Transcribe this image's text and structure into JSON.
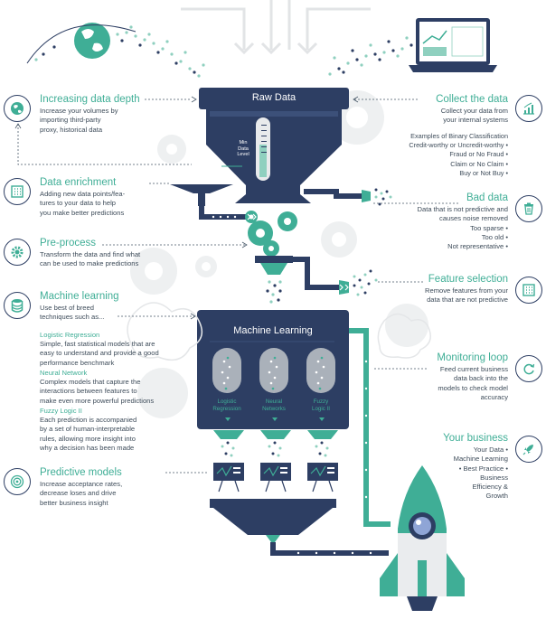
{
  "funnel": {
    "raw_data": "Raw Data",
    "gauge_label": "Min\nData\nLevel",
    "gauge_lines": [
      "Min",
      "Data",
      "Level"
    ],
    "machine_learning": "Machine Learning",
    "models": [
      {
        "lines": [
          "Logistic",
          "Regression"
        ]
      },
      {
        "lines": [
          "Neural",
          "Networks"
        ]
      },
      {
        "lines": [
          "Fuzzy",
          "Logic II"
        ]
      }
    ]
  },
  "left": {
    "increasing": {
      "title": "Increasing data depth",
      "lines": [
        "Increase your volumes by",
        "importing third-party",
        "proxy, historical data"
      ],
      "icon": "globe-icon"
    },
    "enrichment": {
      "title": "Data enrichment",
      "lines": [
        "Adding new data points/fea-",
        "tures to your data to help",
        "you make better predictions"
      ],
      "icon": "grid-icon"
    },
    "preprocess": {
      "title": "Pre-process",
      "lines": [
        "Transform the data and find what",
        "can be used to make predictions"
      ],
      "icon": "gear-icon"
    },
    "ml": {
      "title": "Machine learning",
      "lines": [
        "Use best of breed",
        "techniques such as..."
      ],
      "icon": "database-icon"
    },
    "techniques": [
      {
        "name": "Logistic Regression",
        "lines": [
          "Simple, fast statistical models that are",
          "easy to understand and provide a good",
          "performance benchmark"
        ]
      },
      {
        "name": "Neural Network",
        "lines": [
          "Complex models that capture the",
          "interactions between features to",
          "make even more powerful predictions"
        ]
      },
      {
        "name": "Fuzzy Logic II",
        "lines": [
          "Each prediction is accompanied",
          "by a set of human-interpretable",
          "rules, allowing more insight into",
          "why a decision has been made"
        ]
      }
    ],
    "predictive": {
      "title": "Predictive models",
      "lines": [
        "Increase acceptance rates,",
        "decrease loses and drive",
        "better business insight"
      ],
      "icon": "target-icon"
    }
  },
  "right": {
    "collect": {
      "title": "Collect the data",
      "lines": [
        "Collect your data from",
        "your internal systems"
      ],
      "icon": "chart-icon"
    },
    "examples": [
      "Examples of Binary Classification",
      "Credit-worthy or Uncredit-worthy •",
      "Fraud or No Fraud •",
      "Claim or No Claim •",
      "Buy or Not Buy •"
    ],
    "bad": {
      "title": "Bad data",
      "lines": [
        "Data that is not predictive and",
        "causes noise removed",
        "Too sparse •",
        "Too old •",
        "Not representative •"
      ],
      "icon": "trash-icon"
    },
    "feature": {
      "title": "Feature selection",
      "lines": [
        "Remove features from your",
        "data that are not predictive"
      ],
      "icon": "grid-icon"
    },
    "monitor": {
      "title": "Monitoring loop",
      "lines": [
        "Feed current business",
        "data back into the",
        "models to check model",
        "accuracy"
      ],
      "icon": "refresh-icon"
    },
    "business": {
      "title": "Your business",
      "lines": [
        "Your Data •",
        "Machine Learning",
        "• Best Practice •",
        "Business",
        "Efficiency &",
        "Growth"
      ],
      "icon": "rocket-icon"
    }
  },
  "colors": {
    "navy": "#2d3e63",
    "teal": "#3fae96",
    "light_teal": "#8fd0bf",
    "grey": "#e6e8ea"
  }
}
